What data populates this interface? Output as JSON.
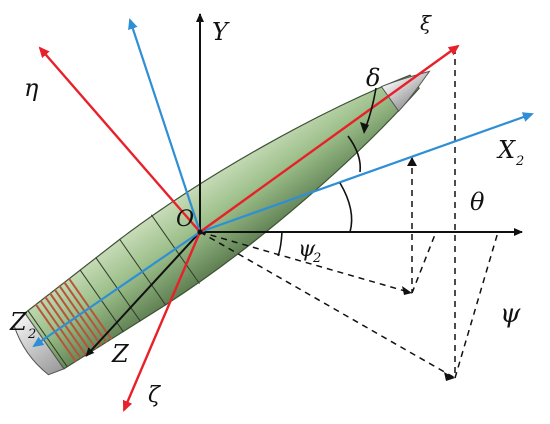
{
  "labels": {
    "Y": "Y",
    "xi": "ξ",
    "eta": "η",
    "delta": "δ",
    "X2": "X",
    "X2_sub": "2",
    "theta": "θ",
    "O": "O",
    "psi2": "ψ",
    "psi2_sub": "2",
    "Z2": "Z",
    "Z2_sub": "2",
    "Z": "Z",
    "zeta": "ζ",
    "psi": "ψ"
  },
  "colors": {
    "body_axis": "#e8202a",
    "blue_axis": "#2f8fd6",
    "ground_axis": "#111111",
    "projectile_body": "#9cbf8a",
    "projectile_tip": "#d9d9d9",
    "copper_band": "#b5553a"
  }
}
